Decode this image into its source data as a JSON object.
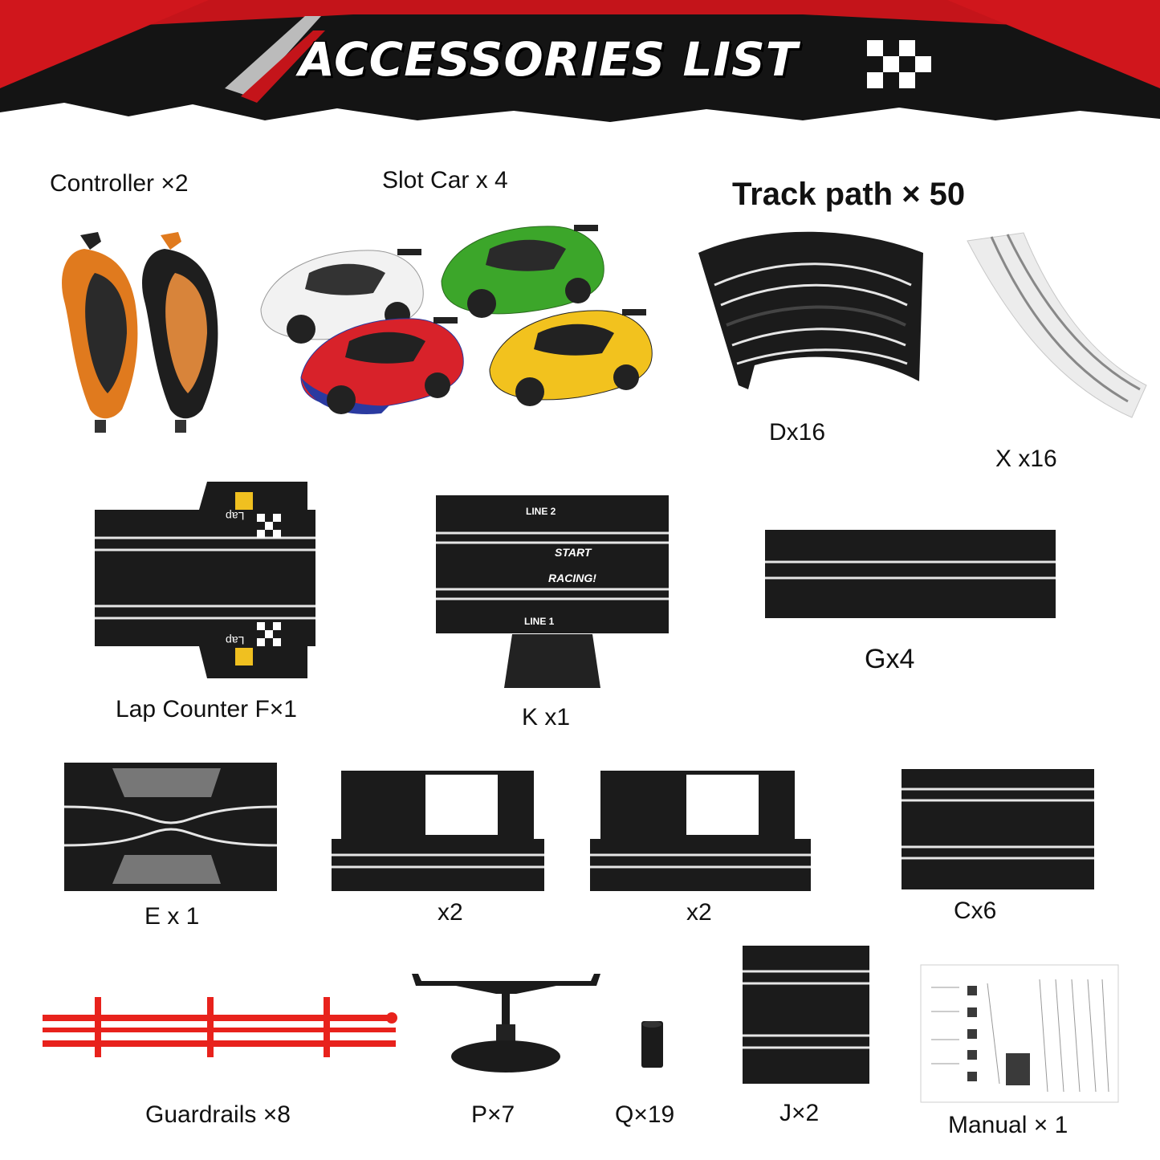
{
  "header": {
    "title": "ACCESSORIES LIST"
  },
  "items": {
    "controller": "Controller ×2",
    "slot_car": "Slot Car x 4",
    "track_path": "Track path × 50",
    "curve_d": "Dx16",
    "curve_x": "X x16",
    "lap_counter": "Lap Counter F×1",
    "k_track": "K x1",
    "g_track": "Gx4",
    "e_track": "E x 1",
    "a_track": "x2",
    "b_track": "x2",
    "c_track": "Cx6",
    "guardrails": "Guardrails ×8",
    "p_part": "P×7",
    "q_part": "Q×19",
    "j_track": "J×2",
    "manual": "Manual × 1"
  },
  "track_marks": {
    "line2": "LINE 2",
    "start": "START",
    "racing": "RACING!",
    "line1": "LINE 1",
    "lap": "Lap"
  },
  "colors": {
    "track": "#1b1b1b",
    "rail": "#e6e6e6",
    "controller_orange": "#e07a1e",
    "guardrail_red": "#e8221c",
    "header_red": "#c4141a"
  }
}
